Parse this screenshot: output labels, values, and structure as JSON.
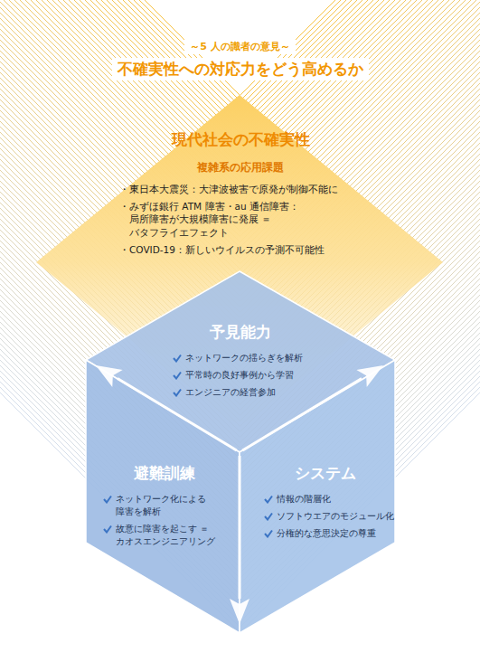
{
  "diagram": {
    "title": "不確実性への対応力をどう高めるか",
    "nodes": [
      {
        "text": [
          "現代社会の不確実性",
          "複雑系の応用課題",
          "・東日本大震災：大津波被害で原発が制御不能に",
          "・みずほ銀行 ATM 障害・au 通信障害： 局所障害が大規模障害に発展 ＝バタフライエフェクト",
          "・COVID-19：新しいウイルスの予測不可能性"
        ]
      },
      {
        "text": [
          "予見能力",
          "ネットワークの揺らぎを解析",
          "平常時の良好事例から学習",
          "エンジニアの経営参加"
        ]
      },
      {
        "text": [
          "避難訓練",
          "ネットワーク化による 障害を解析",
          "故意に障害を起こす ＝カオスエンジニアリング"
        ]
      },
      {
        "text": [
          "システム",
          "情報の階層化",
          "ソフトウエアのモジュール化",
          "分権的な意思決定の尊重"
        ]
      }
    ],
    "labels": [
      "～5 人の識者の意見～"
    ]
  }
}
